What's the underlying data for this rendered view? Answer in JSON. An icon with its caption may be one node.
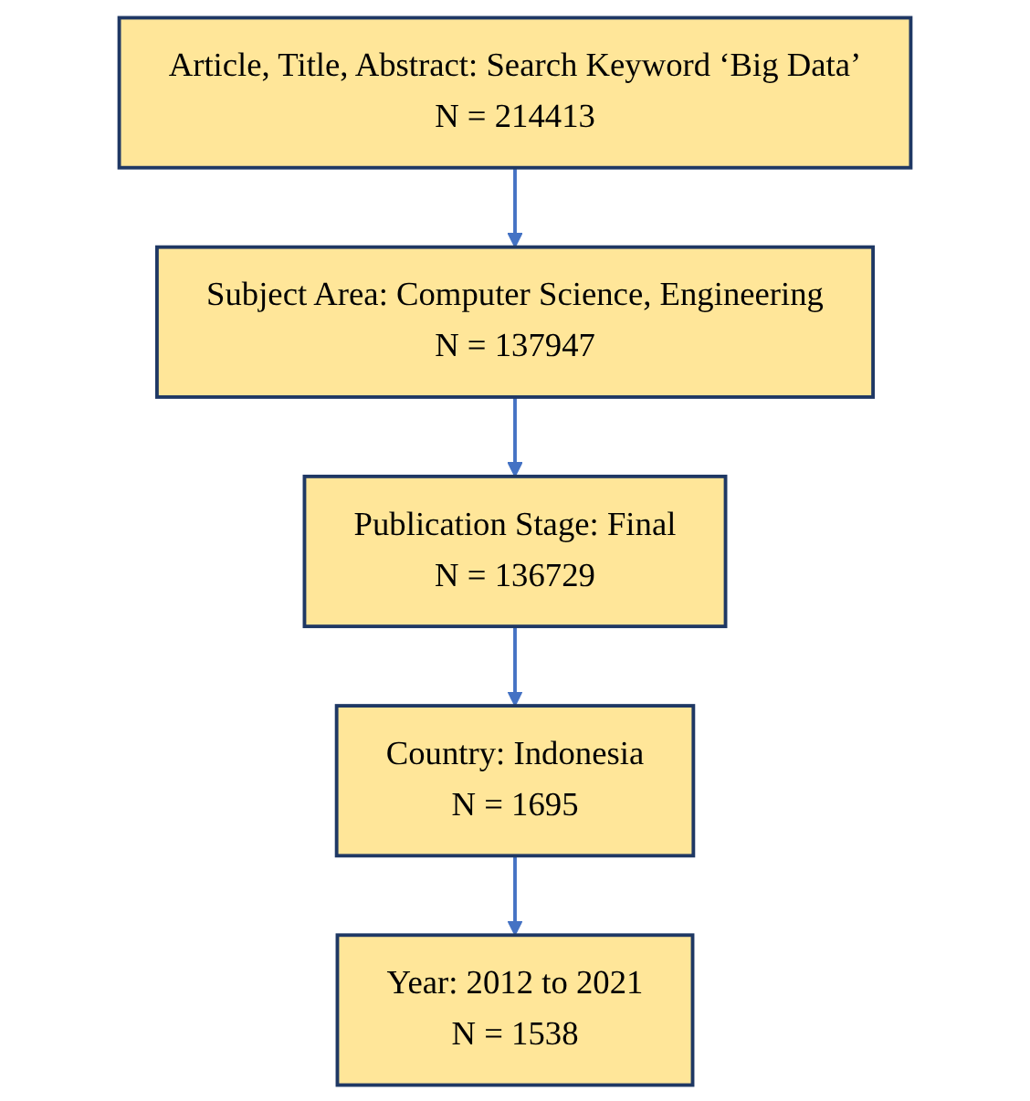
{
  "diagram": {
    "nodes": [
      {
        "text": [
          "Article, Title, Abstract: Search Keyword ‘Big Data’",
          "N = 214413"
        ]
      },
      {
        "text": [
          "Subject Area: Computer Science, Engineering",
          "N = 137947"
        ]
      },
      {
        "text": [
          "Publication Stage: Final",
          "N = 136729"
        ]
      },
      {
        "text": [
          "Country: Indonesia",
          "N = 1695"
        ]
      },
      {
        "text": [
          "Year: 2012 to 2021",
          "N = 1538"
        ]
      }
    ],
    "edges": [
      {
        "from": 0,
        "to": 1,
        "arrow": "to"
      },
      {
        "from": 1,
        "to": 2,
        "arrow": "to"
      },
      {
        "from": 2,
        "to": 3,
        "arrow": "to"
      },
      {
        "from": 3,
        "to": 4,
        "arrow": "to"
      }
    ]
  }
}
